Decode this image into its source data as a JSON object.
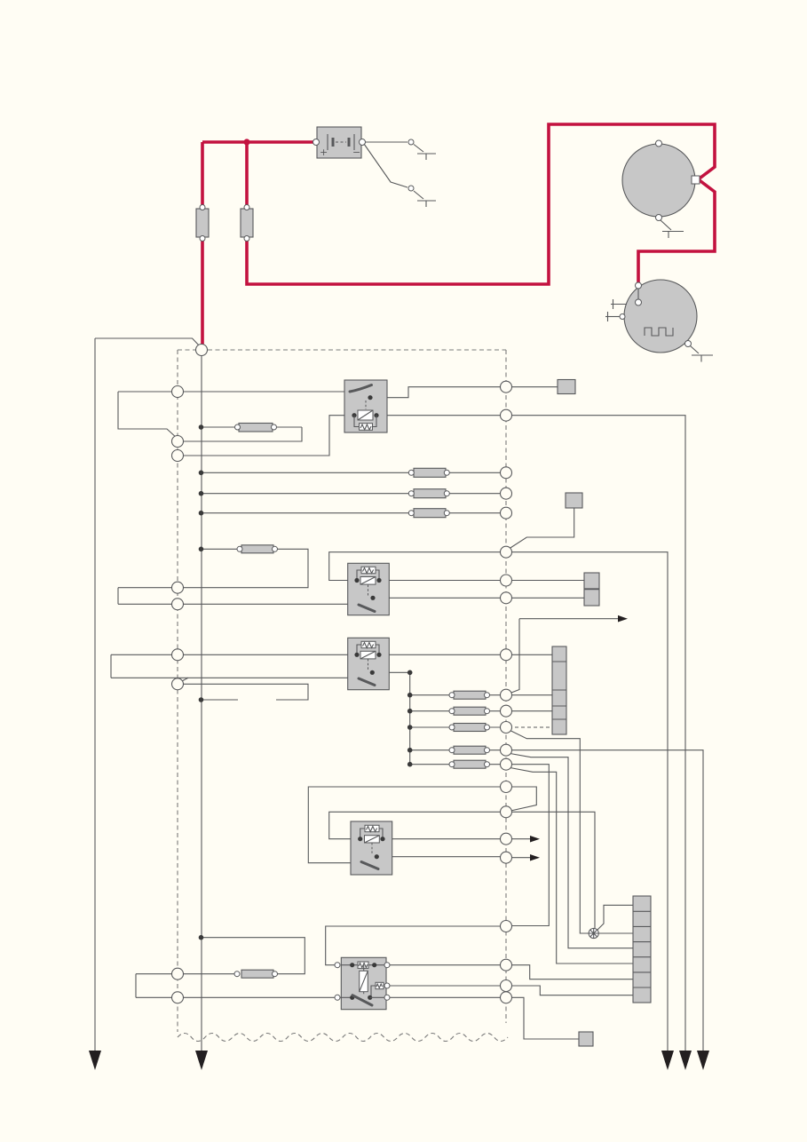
{
  "title": "vehicle-wiring-diagram",
  "colors": {
    "background": "#fffdf4",
    "wire": "#58595b",
    "red_wire": "#c3123f",
    "component_fill": "#c7c7c7",
    "component_stroke": "#58595b",
    "dash": "#7a7a7a",
    "arrow_fill": "#231f20",
    "dot": "#3a3a3a",
    "pin_fill": "#fffdf4",
    "white": "#ffffff"
  },
  "battery": {
    "plus_label": "+",
    "minus_label": "−"
  },
  "components": [
    "battery",
    "main-fuse-1",
    "main-fuse-2",
    "ignition-switch-contact-1",
    "ignition-switch-contact-2",
    "generator",
    "impulse-sender",
    "square-wave-symbol",
    "control-unit-dashed-box",
    "relay-1",
    "relay-2",
    "relay-3",
    "relay-4",
    "relay-5",
    "fuse-row-1",
    "fuse-row-2",
    "fuse-row-3",
    "fuse-row-4",
    "fuse-row-5",
    "fuse-row-6",
    "fuse-row-7",
    "fuse-row-8",
    "fuse-row-9",
    "fuse-row-10",
    "fuse-row-11",
    "connector-block-2pin",
    "connector-strip-5pin",
    "connector-strip-7pin",
    "terminal-box-1",
    "terminal-box-2",
    "terminal-box-3",
    "warning-lamp",
    "ground-arrow-1",
    "ground-arrow-2",
    "ground-arrow-3",
    "ground-arrow-4",
    "ground-arrow-5",
    "continuation-arrow-1",
    "continuation-arrow-2",
    "continuation-arrow-3",
    "ground-symbol-1",
    "ground-symbol-2",
    "ground-symbol-3",
    "ground-symbol-4"
  ],
  "counts": {
    "left_edge_pins": 9,
    "right_edge_pins": 22,
    "top_edge_pins": 1,
    "down_arrows": 5,
    "right_arrows": 3
  }
}
